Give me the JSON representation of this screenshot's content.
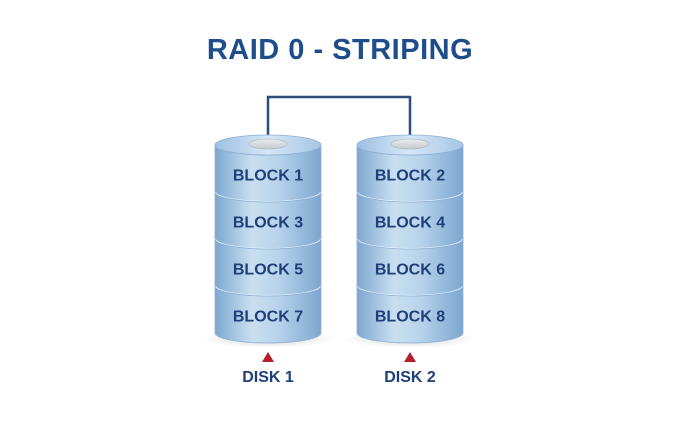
{
  "title": "RAID 0 - STRIPING",
  "colors": {
    "title": "#1e4d8c",
    "block_text": "#1e3f78",
    "disk_light": "#c9dff1",
    "disk_mid": "#a4c6e6",
    "disk_dark": "#7da6cf",
    "top_cap": "#d4d9de",
    "connector": "#2d4f7a",
    "arrow": "#b3202a"
  },
  "disks": [
    {
      "label": "DISK 1",
      "blocks": [
        "BLOCK 1",
        "BLOCK 3",
        "BLOCK 5",
        "BLOCK 7"
      ]
    },
    {
      "label": "DISK 2",
      "blocks": [
        "BLOCK 2",
        "BLOCK 4",
        "BLOCK 6",
        "BLOCK 8"
      ]
    }
  ]
}
